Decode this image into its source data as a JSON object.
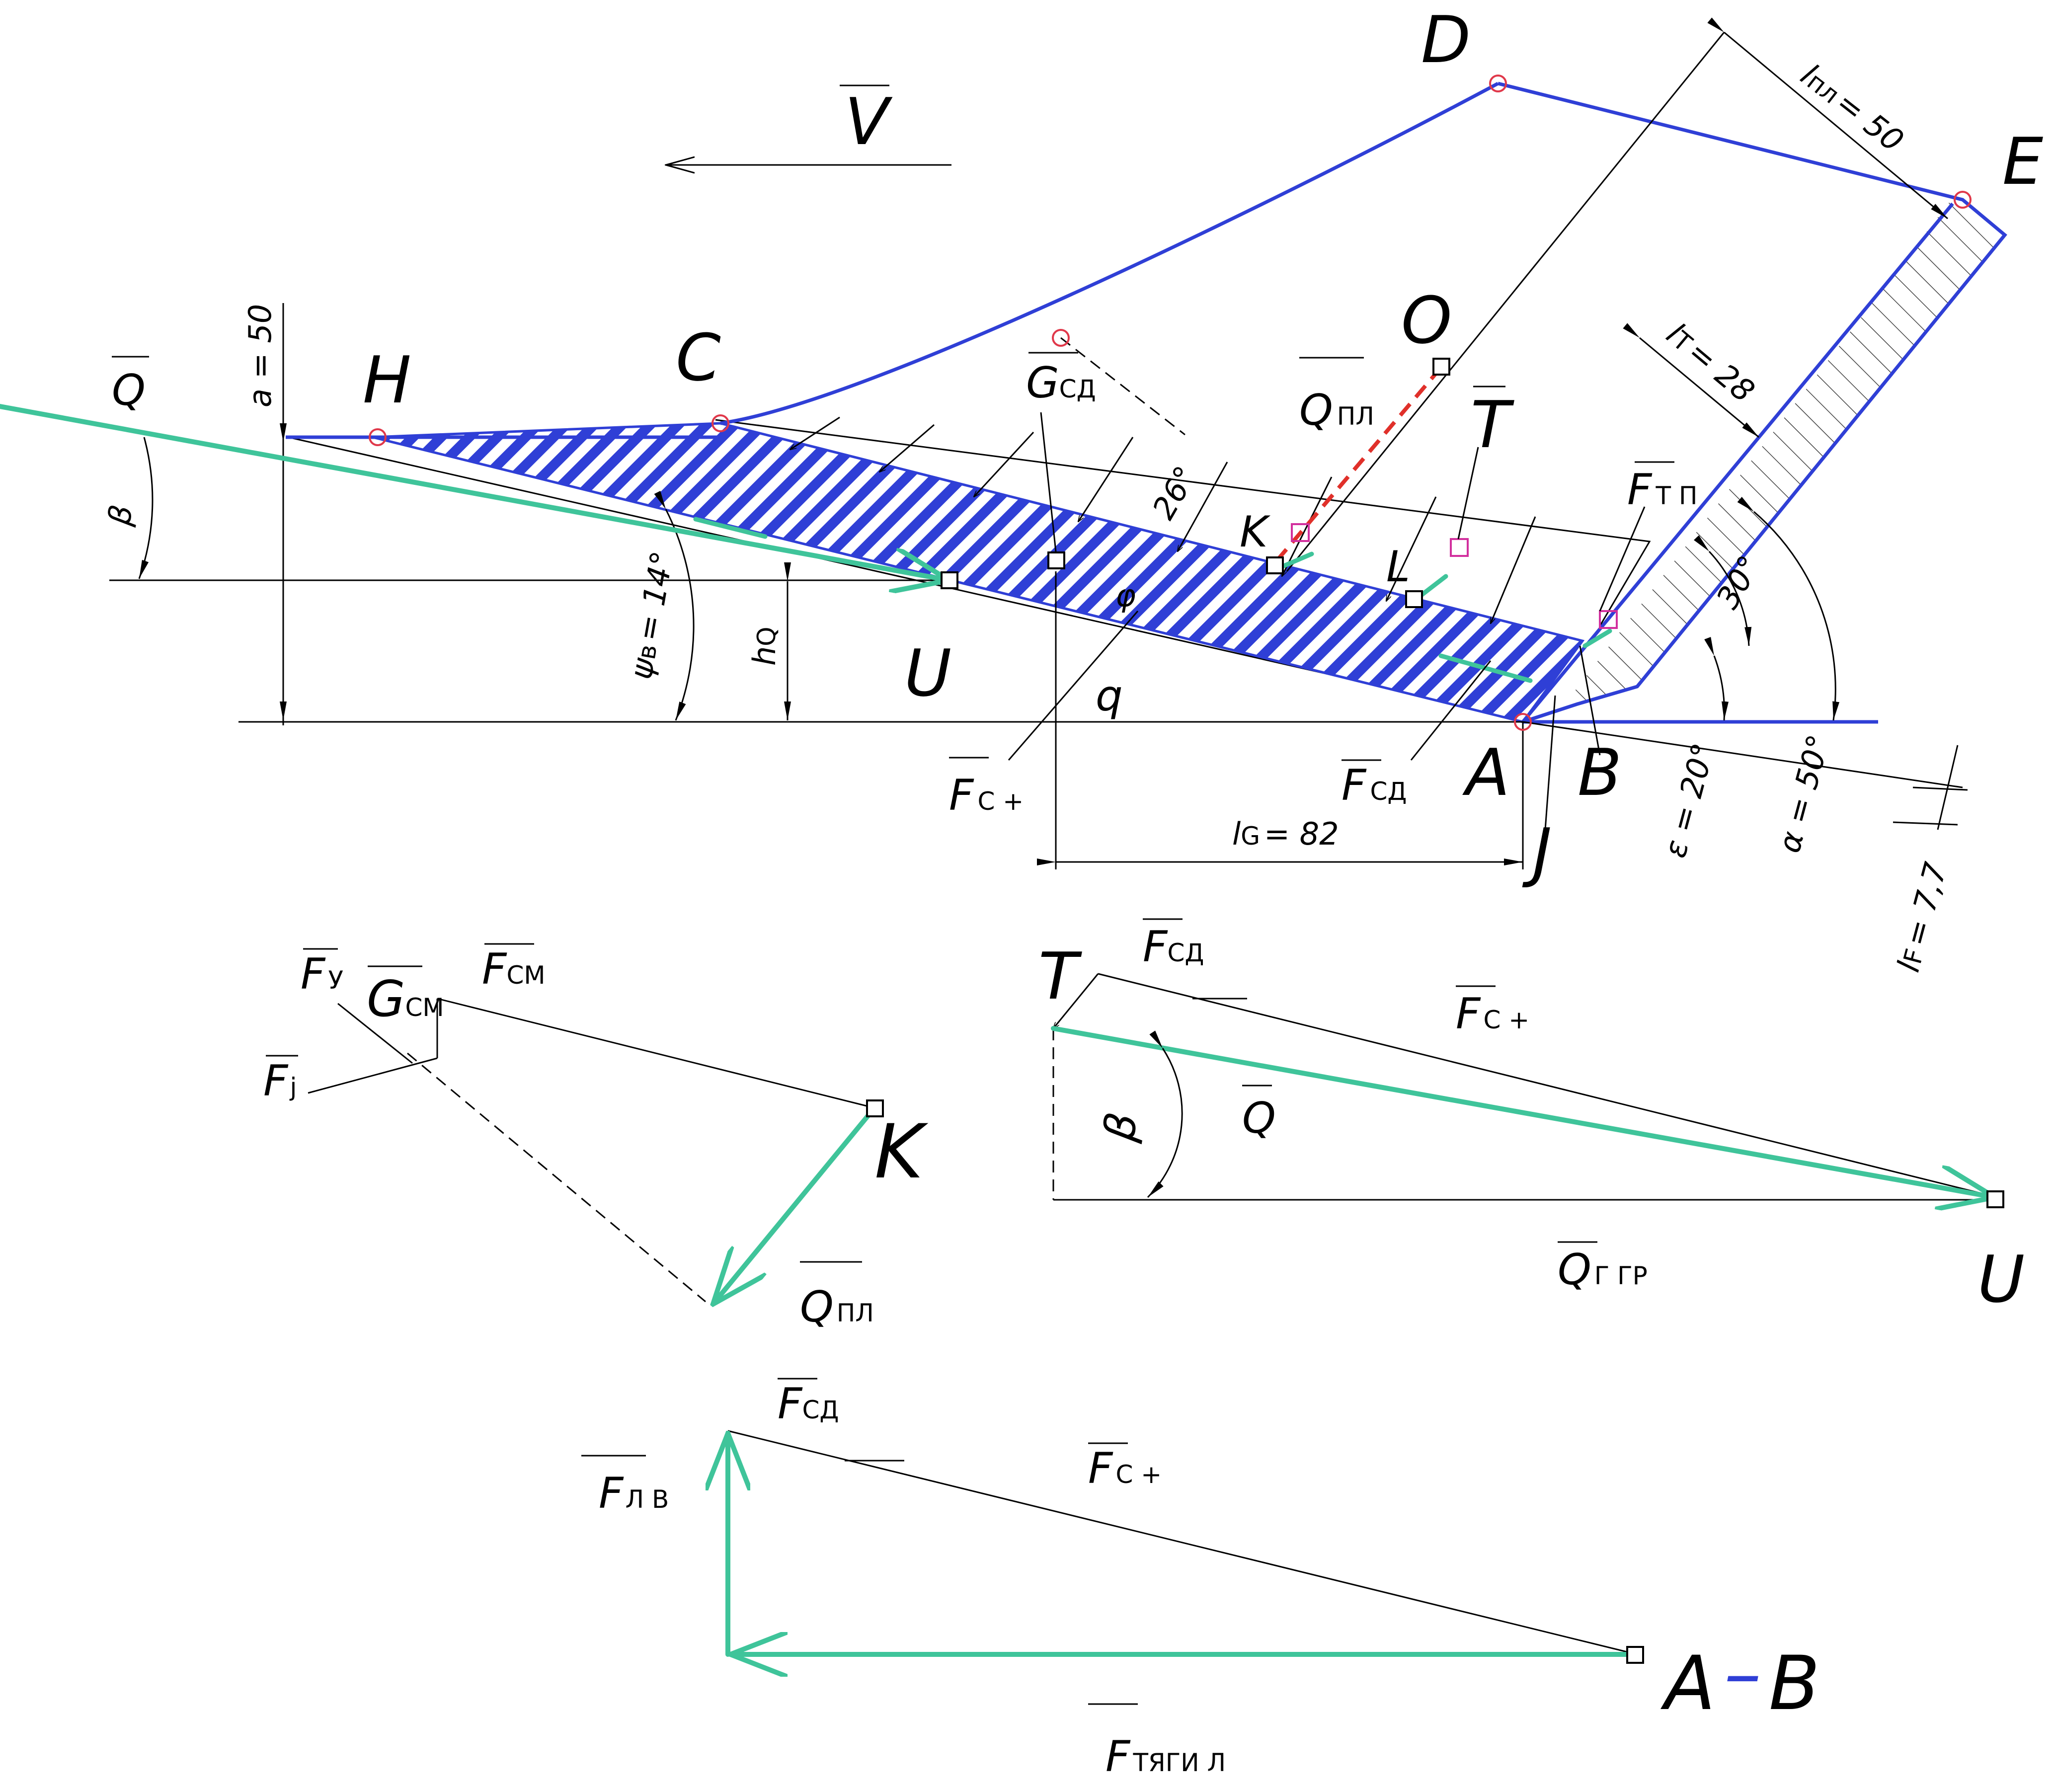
{
  "points": {
    "D": "D",
    "E": "E",
    "O": "O",
    "H": "H",
    "C": "C",
    "T": "T",
    "K": "K",
    "L": "L",
    "U": "U",
    "A": "A",
    "B": "B",
    "J": "J"
  },
  "vectors": {
    "V": "V",
    "Q": "Q",
    "G_sd_main": "G",
    "G_sd_sub": "СД",
    "Q_pl_main": "Q",
    "Q_pl_sub": "ПЛ",
    "F_tp_main": "F",
    "F_tp_sub": "Т П",
    "F_cplus_main": "F",
    "F_cplus_sub": "С +",
    "F_sd_main": "F",
    "F_sd_sub": "СД",
    "q": "q"
  },
  "dimensions": {
    "l_pl": "l",
    "l_pl_sub": "пл",
    "l_pl_val": "= 50",
    "l_t": "l",
    "l_t_sub": "T",
    "l_t_val": "= 28",
    "a": "a = 50",
    "psi": "ψ",
    "psi_sub": "в",
    "psi_val": "= 14°",
    "h_q": "h",
    "h_q_sub": "Q",
    "beta": "β",
    "phi": "φ",
    "angle26": "26°",
    "angle30": "30°",
    "eps": "ε = 20°",
    "alpha": "α = 50°",
    "l_g": "l",
    "l_g_sub": "G",
    "l_g_val": "= 82",
    "l_f": "l",
    "l_f_sub": "F",
    "l_f_val": "= 7,7"
  },
  "triangle_k": {
    "F_y_main": "F",
    "F_y_sub": "У",
    "G_sm_main": "G",
    "G_sm_sub": "СМ",
    "F_sm_main": "F",
    "F_sm_sub": "СМ",
    "F_j_main": "F",
    "F_j_sub": "j",
    "K": "K",
    "Q_pl_main": "Q",
    "Q_pl_sub": "ПЛ"
  },
  "triangle_tu": {
    "F_sd_main": "F",
    "F_sd_sub": "СД",
    "T": "T",
    "F_cplus_main": "F",
    "F_cplus_sub": "С +",
    "beta": "β",
    "Q": "Q",
    "Q_ggr_main": "Q",
    "Q_ggr_sub": "Г  ГР",
    "U": "U"
  },
  "triangle_ab": {
    "F_sd_main": "F",
    "F_sd_sub": "СД",
    "F_lv_main": "F",
    "F_lv_sub": "Л В",
    "F_cplus_main": "F",
    "F_cplus_sub": "С +",
    "A": "A",
    "dash": "–",
    "B": "B",
    "F_tyagi_main": "F",
    "F_tyagi_sub": "ТЯГИ Л"
  },
  "colors": {
    "blue": "#2f3fd6",
    "green": "#3fc49a",
    "red": "#e0384a",
    "magenta": "#d2309e"
  }
}
